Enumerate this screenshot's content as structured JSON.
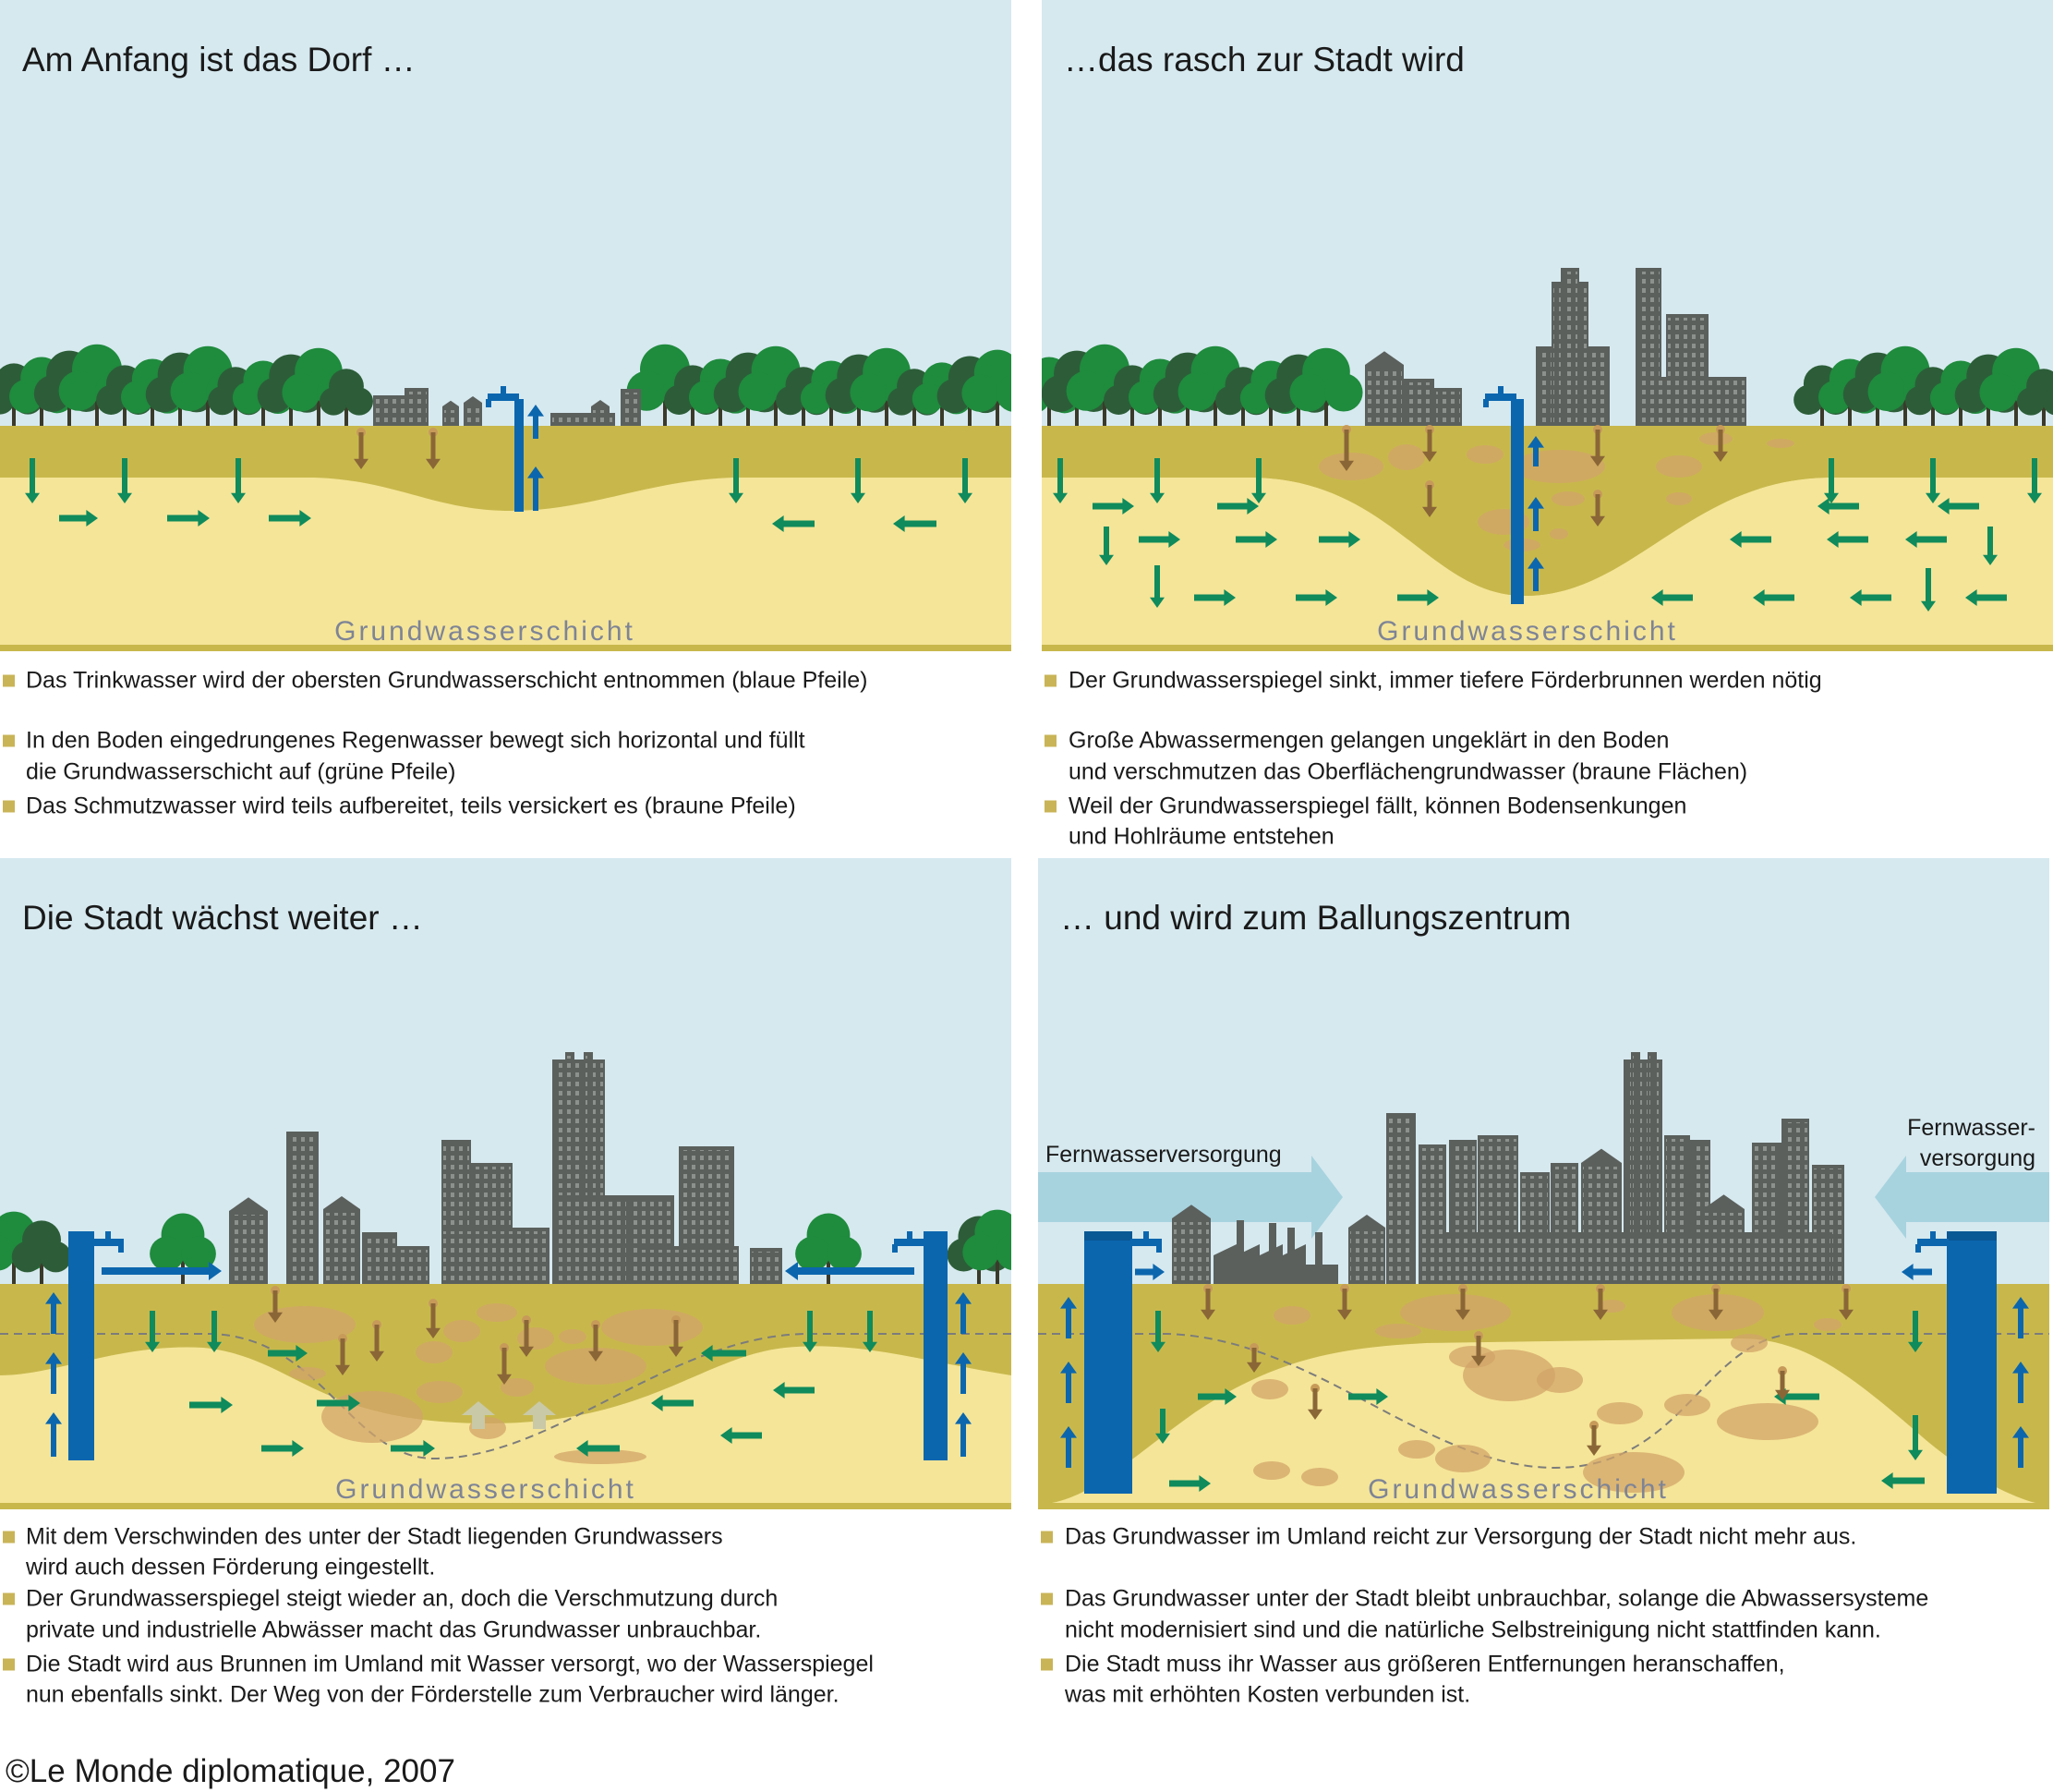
{
  "colors": {
    "sky": "#d6e9ef",
    "ground_dark": "#c8b84c",
    "sand": "#f5e598",
    "tree_dark": "#2c5d38",
    "tree_green": "#1f8b3d",
    "building": "#5b605d",
    "well_blue": "#0b66ae",
    "green_arrow": "#0f8b5c",
    "brown_arrow": "#8a6637",
    "pollution": "#d2a468",
    "remote_supply": "#a7d3df",
    "bullet": "#c9b457"
  },
  "panels": [
    {
      "title": "Am Anfang ist das Dorf …",
      "label": "Grundwasserschicht",
      "bullets": [
        {
          "lines": [
            "Das Trinkwasser wird der obersten Grundwasserschicht entnommen (blaue Pfeile)"
          ]
        },
        {
          "lines": [
            "In den Boden eingedrungenes Regenwasser bewegt sich horizontal und füllt",
            "die Grundwasserschicht auf (grüne Pfeile)"
          ]
        },
        {
          "lines": [
            "Das Schmutzwasser wird teils aufbereitet, teils versickert es (braune Pfeile)"
          ]
        }
      ]
    },
    {
      "title": "…das rasch zur Stadt wird",
      "label": "Grundwasserschicht",
      "bullets": [
        {
          "lines": [
            "Der Grundwasserspiegel sinkt, immer tiefere Förderbrunnen werden nötig"
          ]
        },
        {
          "lines": [
            "Große Abwassermengen gelangen ungeklärt in den Boden",
            "und verschmutzen das Oberflächengrundwasser (braune Flächen)"
          ]
        },
        {
          "lines": [
            "Weil der Grundwasserspiegel fällt, können Bodensenkungen",
            "und Hohlräume entstehen"
          ]
        }
      ]
    },
    {
      "title": "Die Stadt wächst weiter …",
      "label": "Grundwasserschicht",
      "bullets": [
        {
          "lines": [
            "Mit  dem Verschwinden des unter der Stadt liegenden Grundwassers",
            "wird auch dessen Förderung eingestellt."
          ]
        },
        {
          "lines": [
            "Der Grundwasserspiegel steigt wieder an, doch die Verschmutzung durch",
            "private und industrielle Abwässer macht das Grundwasser unbrauchbar."
          ]
        },
        {
          "lines": [
            "Die Stadt wird aus Brunnen im Umland mit Wasser versorgt, wo der Wasserspiegel",
            "nun ebenfalls sinkt. Der Weg von der Förderstelle zum Verbraucher wird länger."
          ]
        }
      ]
    },
    {
      "title": "… und wird zum Ballungszentrum",
      "label": "Grundwasserschicht",
      "remote_left": "Fernwasserversorgung",
      "remote_right": [
        "Fernwasser-",
        "versorgung"
      ],
      "bullets": [
        {
          "lines": [
            "Das Grundwasser im Umland reicht zur Versorgung der Stadt nicht mehr aus."
          ]
        },
        {
          "lines": [
            "Das Grundwasser unter der Stadt bleibt unbrauchbar, solange die Abwassersysteme",
            "nicht modernisiert sind und die natürliche Selbstreinigung nicht stattfinden kann."
          ]
        },
        {
          "lines": [
            "Die Stadt muss ihr Wasser aus größeren Entfernungen heranschaffen,",
            "was mit erhöhten Kosten verbunden ist."
          ]
        }
      ]
    }
  ],
  "copyright": "©Le Monde diplomatique, 2007"
}
